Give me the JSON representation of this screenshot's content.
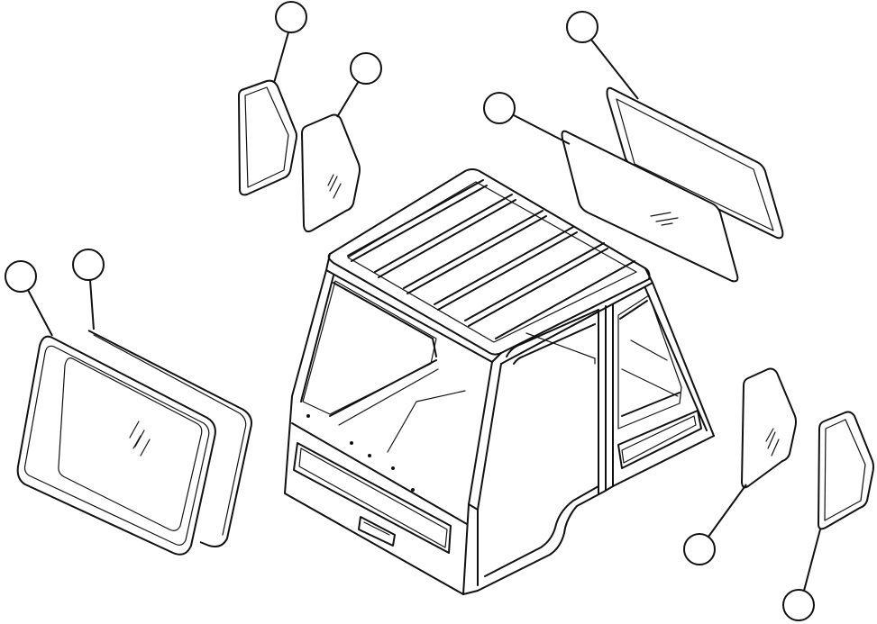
{
  "diagram": {
    "callouts": [
      {
        "id": "callout-1",
        "label": ""
      },
      {
        "id": "callout-2",
        "label": ""
      },
      {
        "id": "callout-3",
        "label": ""
      },
      {
        "id": "callout-4",
        "label": ""
      },
      {
        "id": "callout-5",
        "label": ""
      },
      {
        "id": "callout-6",
        "label": ""
      },
      {
        "id": "callout-7",
        "label": ""
      },
      {
        "id": "callout-8",
        "label": ""
      }
    ],
    "line_color": "#111111",
    "background": "#ffffff"
  }
}
